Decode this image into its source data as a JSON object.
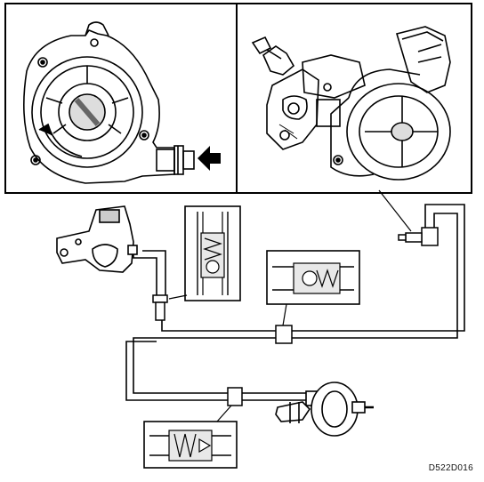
{
  "reference_code": "D522D016",
  "figure": {
    "top_left_panel": "vacuum-pump-front-view",
    "top_right_panel": "vacuum-pump-perspective-view",
    "lower_area": "vacuum-line-schematic",
    "icons": [
      "arrow-right-icon",
      "check-valve-detail",
      "brake-booster",
      "intake-manifold"
    ]
  }
}
